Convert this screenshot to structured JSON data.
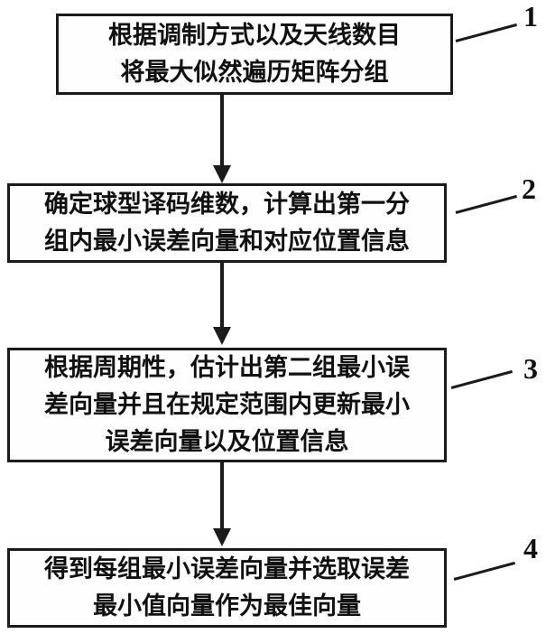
{
  "diagram": {
    "type": "flowchart",
    "boxes": [
      {
        "step": "1",
        "lines": [
          "根据调制方式以及天线数目",
          "将最大似然遍历矩阵分组"
        ]
      },
      {
        "step": "2",
        "lines": [
          "确定球型译码维数，计算出第一分",
          "组内最小误差向量和对应位置信息"
        ]
      },
      {
        "step": "3",
        "lines": [
          "根据周期性，估计出第二组最小误",
          "差向量并且在规定范围内更新最小",
          "误差向量以及位置信息"
        ]
      },
      {
        "step": "4",
        "lines": [
          "得到每组最小误差向量并选取误差",
          "最小值向量作为最佳向量"
        ]
      }
    ],
    "colors": {
      "stroke": "#1b1b1b",
      "text": "#111111",
      "background": "#ffffff"
    }
  }
}
